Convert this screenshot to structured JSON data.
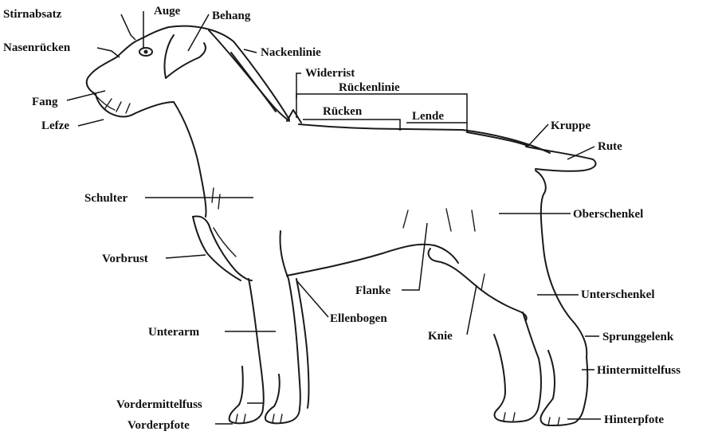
{
  "labels": {
    "stirnabsatz": "Stirnabsatz",
    "auge": "Auge",
    "behang": "Behang",
    "nasenruecken": "Nasenrücken",
    "nackenlinie": "Nackenlinie",
    "widerrist": "Widerrist",
    "rueckenlinie": "Rückenlinie",
    "ruecken": "Rücken",
    "lende": "Lende",
    "fang": "Fang",
    "lefze": "Lefze",
    "kruppe": "Kruppe",
    "rute": "Rute",
    "schulter": "Schulter",
    "oberschenkel": "Oberschenkel",
    "vorbrust": "Vorbrust",
    "flanke": "Flanke",
    "unterschenkel": "Unterschenkel",
    "ellenbogen": "Ellenbogen",
    "unterarm": "Unterarm",
    "knie": "Knie",
    "sprunggelenk": "Sprunggelenk",
    "hintermittelfuss": "Hintermittelfuss",
    "vordermittelfuss": "Vordermittelfuss",
    "vorderpfote": "Vorderpfote",
    "hinterpfote": "Hinterpfote"
  }
}
